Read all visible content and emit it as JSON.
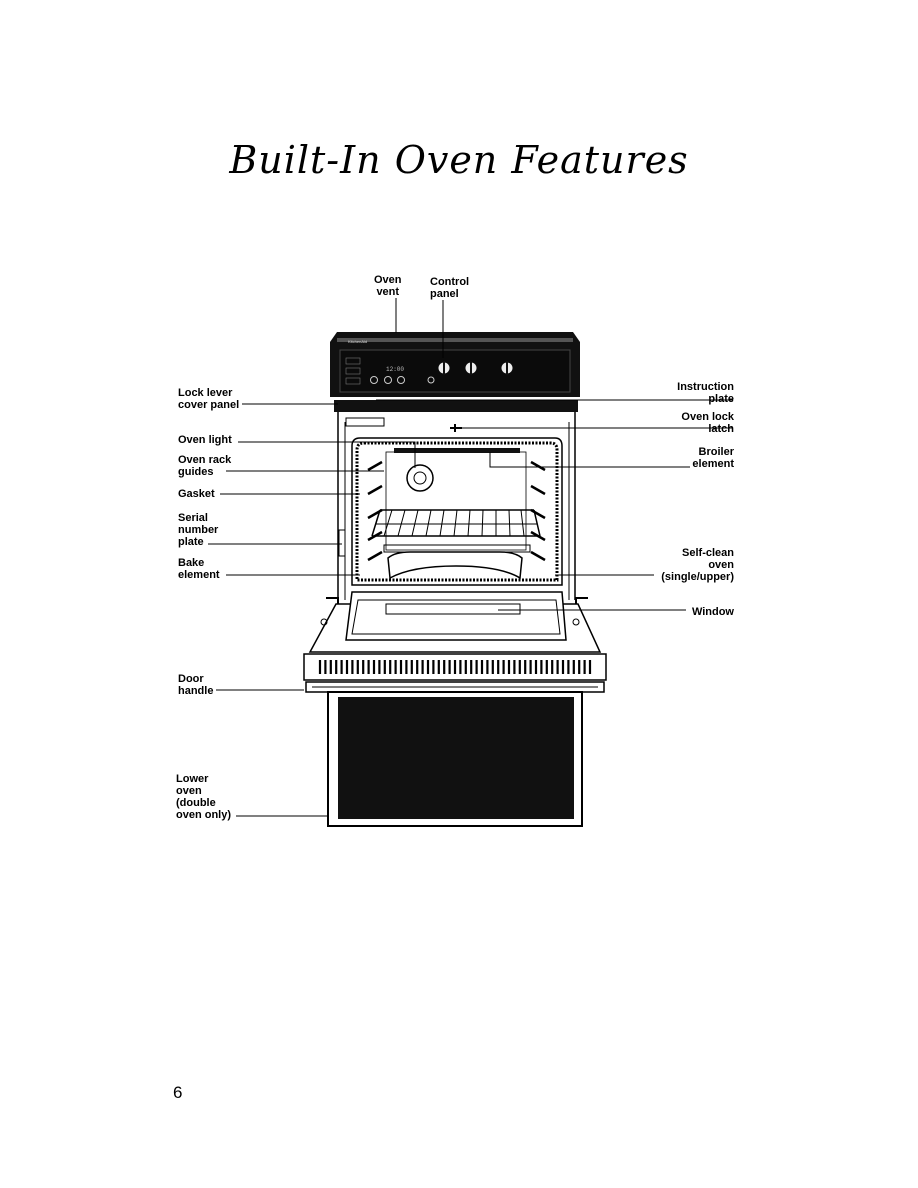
{
  "page": {
    "title": "Built-In Oven Features",
    "page_number": "6"
  },
  "panel_brand": "KitchenAid",
  "panel_clock": "12:00",
  "labels": {
    "oven_vent": [
      "Oven",
      "vent"
    ],
    "control_panel": [
      "Control",
      "panel"
    ],
    "lock_lever": [
      "Lock lever",
      "cover panel"
    ],
    "oven_light": [
      "Oven light"
    ],
    "rack_guides": [
      "Oven rack",
      "guides"
    ],
    "gasket": [
      "Gasket"
    ],
    "serial_plate": [
      "Serial",
      "number",
      "plate"
    ],
    "bake_element": [
      "Bake",
      "element"
    ],
    "door_handle": [
      "Door",
      "handle"
    ],
    "lower_oven": [
      "Lower",
      "oven",
      "(double",
      "oven only)"
    ],
    "instruction_plate": [
      "Instruction",
      "plate"
    ],
    "oven_lock_latch": [
      "Oven lock",
      "latch"
    ],
    "broiler_element": [
      "Broiler",
      "element"
    ],
    "self_clean": [
      "Self-clean",
      "oven",
      "(single/upper)"
    ],
    "window": [
      "Window"
    ]
  }
}
